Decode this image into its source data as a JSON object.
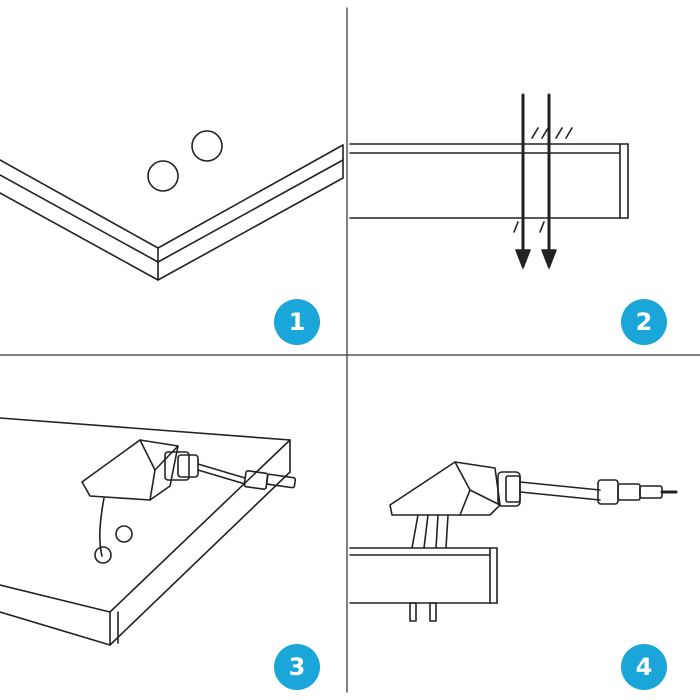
{
  "colors": {
    "badge": "#1aa6d9",
    "line": "#222222",
    "divider": "#555555"
  },
  "panels": [
    {
      "step": "1",
      "description_icon": "panel-corner-with-holes-icon"
    },
    {
      "step": "2",
      "description_icon": "drill-through-arrows-icon"
    },
    {
      "step": "3",
      "description_icon": "junction-box-mounted-icon"
    },
    {
      "step": "4",
      "description_icon": "junction-box-side-view-icon"
    }
  ]
}
